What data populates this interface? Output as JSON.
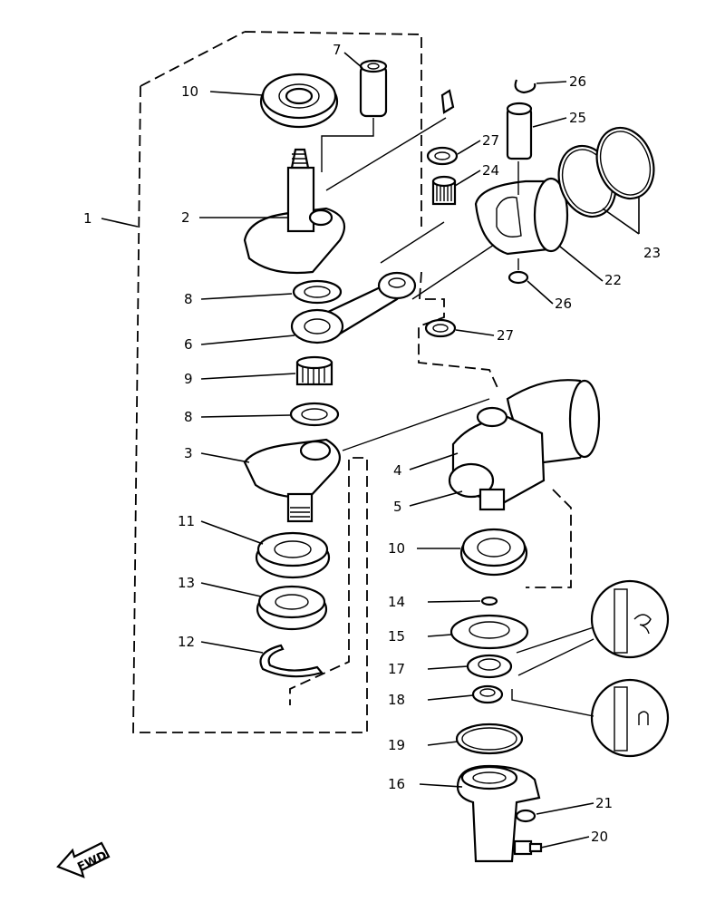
{
  "diagram": {
    "type": "exploded-parts-diagram",
    "fwd_marker": "FWD",
    "callouts": [
      {
        "id": "1",
        "label": "1"
      },
      {
        "id": "2",
        "label": "2"
      },
      {
        "id": "3",
        "label": "3"
      },
      {
        "id": "4",
        "label": "4"
      },
      {
        "id": "5",
        "label": "5"
      },
      {
        "id": "6",
        "label": "6"
      },
      {
        "id": "7",
        "label": "7"
      },
      {
        "id": "8a",
        "label": "8"
      },
      {
        "id": "8b",
        "label": "8"
      },
      {
        "id": "9",
        "label": "9"
      },
      {
        "id": "10a",
        "label": "10"
      },
      {
        "id": "10b",
        "label": "10"
      },
      {
        "id": "11",
        "label": "11"
      },
      {
        "id": "12",
        "label": "12"
      },
      {
        "id": "13",
        "label": "13"
      },
      {
        "id": "14",
        "label": "14"
      },
      {
        "id": "15",
        "label": "15"
      },
      {
        "id": "16",
        "label": "16"
      },
      {
        "id": "17",
        "label": "17"
      },
      {
        "id": "18",
        "label": "18"
      },
      {
        "id": "19",
        "label": "19"
      },
      {
        "id": "20",
        "label": "20"
      },
      {
        "id": "21",
        "label": "21"
      },
      {
        "id": "22",
        "label": "22"
      },
      {
        "id": "23",
        "label": "23"
      },
      {
        "id": "24",
        "label": "24"
      },
      {
        "id": "25",
        "label": "25"
      },
      {
        "id": "26a",
        "label": "26"
      },
      {
        "id": "26b",
        "label": "26"
      },
      {
        "id": "27a",
        "label": "27"
      },
      {
        "id": "27b",
        "label": "27"
      }
    ]
  }
}
